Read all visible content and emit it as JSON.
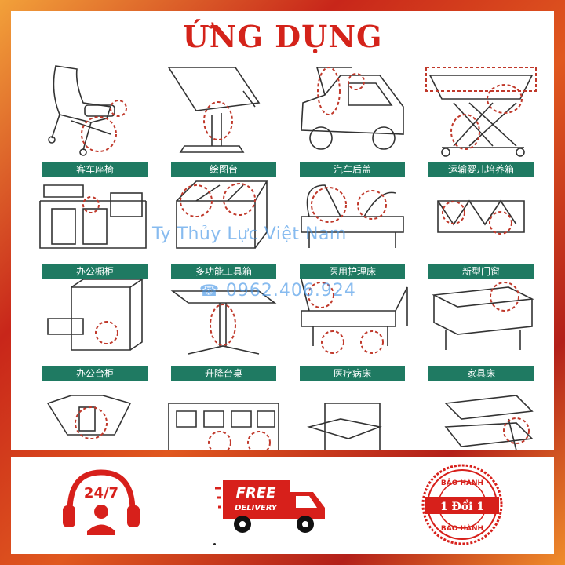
{
  "title": "ỨNG DỤNG",
  "watermark": {
    "company": "Ty Thủy Lực Việt Nam",
    "phone": "0962.406.924",
    "phone_icon": "phone-icon"
  },
  "items": [
    {
      "label": "客车座椅",
      "icon": "bus-seat"
    },
    {
      "label": "绘图台",
      "icon": "drafting-table"
    },
    {
      "label": "汽车后盖",
      "icon": "car-tailgate"
    },
    {
      "label": "运输婴儿培养箱",
      "icon": "infant-incubator"
    },
    {
      "label": "办公橱柜",
      "icon": "office-cabinet"
    },
    {
      "label": "多功能工具箱",
      "icon": "tool-box"
    },
    {
      "label": "医用护理床",
      "icon": "nursing-bed"
    },
    {
      "label": "新型门窗",
      "icon": "window"
    },
    {
      "label": "办公台柜",
      "icon": "office-drawer"
    },
    {
      "label": "升降台桌",
      "icon": "lift-table"
    },
    {
      "label": "医疗病床",
      "icon": "hospital-bed"
    },
    {
      "label": "家具床",
      "icon": "furniture-bed"
    },
    {
      "label": "",
      "icon": "dental-chair"
    },
    {
      "label": "",
      "icon": "bus"
    },
    {
      "label": "",
      "icon": "sofa-bed"
    },
    {
      "label": "",
      "icon": "machine"
    }
  ],
  "badges": {
    "support": {
      "text": "24/7",
      "icon": "headset-support-icon"
    },
    "delivery": {
      "line1": "FREE",
      "line2": "DELIVERY",
      "icon": "delivery-truck-icon"
    },
    "warranty": {
      "top": "BẢO HÀNH",
      "center": "1 Đổi 1",
      "bottom": "BẢO HÀNH",
      "icon": "warranty-seal-icon"
    }
  },
  "colors": {
    "title": "#d4231a",
    "label_bg": "#1f7a62",
    "badge_red": "#d7201b",
    "watermark": "#4696e6",
    "frame": "#c8261a"
  }
}
